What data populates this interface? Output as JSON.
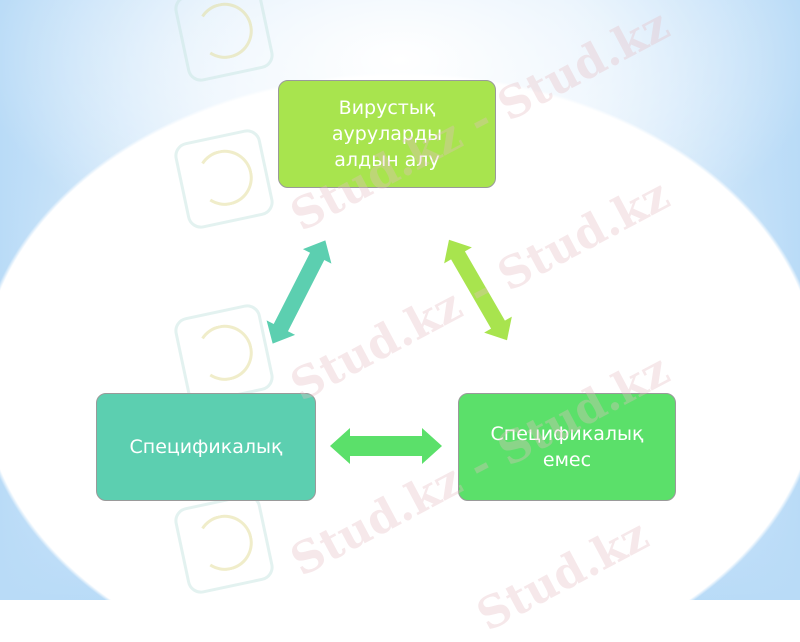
{
  "diagram": {
    "nodes": [
      {
        "id": "top",
        "label": "Вирустық ауруларды алдын алу",
        "color": "#a8e44e"
      },
      {
        "id": "left",
        "label": "Спецификалық",
        "color": "#5ccfb0"
      },
      {
        "id": "right",
        "label": "Спецификалық емес",
        "color": "#5be06a"
      }
    ],
    "edges": [
      {
        "from": "left",
        "to": "top",
        "type": "bidirectional",
        "color": "#5ccfb0"
      },
      {
        "from": "top",
        "to": "right",
        "type": "bidirectional",
        "color": "#a8e44e"
      },
      {
        "from": "left",
        "to": "right",
        "type": "bidirectional",
        "color": "#5be06a"
      }
    ]
  },
  "watermark": {
    "text": "Stud.kz - Stud.kz",
    "short": "Stud.kz"
  }
}
